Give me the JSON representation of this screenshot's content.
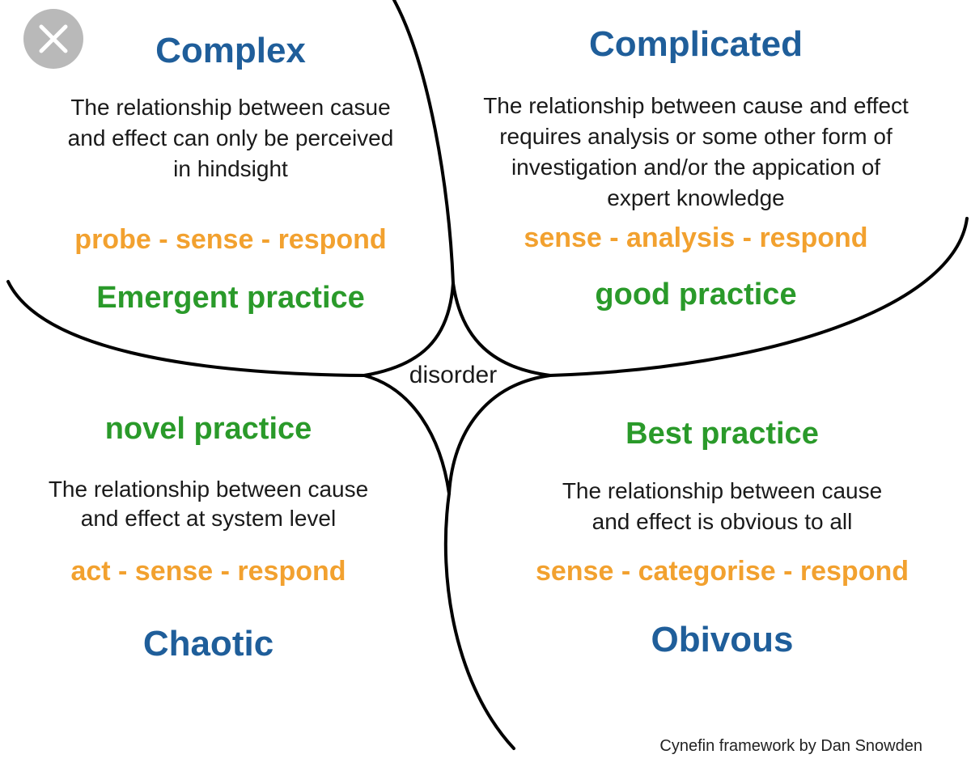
{
  "close_icon": "close-icon",
  "colors": {
    "domain": "#1f5e9a",
    "response": "#f2a12f",
    "practice": "#2a9a2a",
    "text": "#1a1a1a",
    "close_bg": "#b9b9b9"
  },
  "complex": {
    "title": "Complex",
    "desc": [
      "The relationship between casue",
      "and effect can only be perceived",
      "in hindsight"
    ],
    "response": "probe - sense - respond",
    "practice": "Emergent practice"
  },
  "complicated": {
    "title": "Complicated",
    "desc": [
      "The relationship between cause and effect",
      "requires analysis or some other form of",
      "investigation and/or the appication of",
      "expert knowledge"
    ],
    "response": "sense - analysis -  respond",
    "practice": "good practice"
  },
  "disorder": {
    "label": "disorder"
  },
  "chaotic": {
    "practice": "novel practice",
    "desc": [
      "The relationship between cause",
      "and effect at system level"
    ],
    "response": "act - sense - respond",
    "title": "Chaotic"
  },
  "obvious": {
    "practice": "Best practice",
    "desc": [
      "The relationship between cause",
      "and effect is obvious to all"
    ],
    "response": "sense - categorise -  respond",
    "title": "Obivous"
  },
  "credit": "Cynefin framework by Dan Snowden"
}
